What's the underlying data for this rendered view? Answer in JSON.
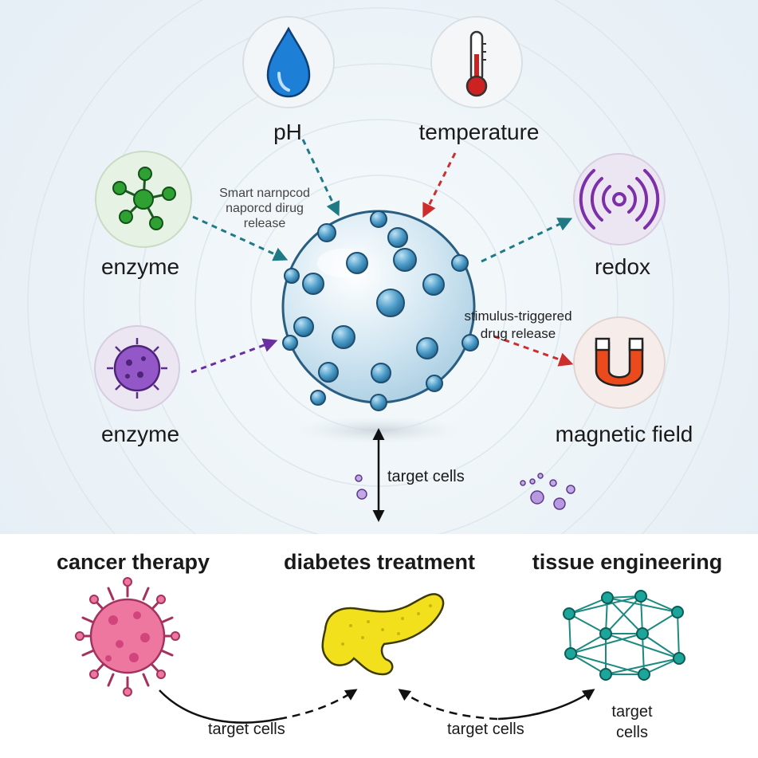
{
  "stimuli": {
    "ph": "pH",
    "temperature": "temperature",
    "enzyme_top": "enzyme",
    "enzyme_bottom": "enzyme",
    "redox": "redox",
    "magnetic": "magnetic field"
  },
  "annotations": {
    "smart_line1": "Smart narnpcod",
    "smart_line2": "naporcd dirug",
    "smart_line3": "release",
    "trigger_line1": "stimulus-triggered",
    "trigger_line2": "drug release",
    "target_center": "target cells"
  },
  "applications": {
    "cancer": "cancer therapy",
    "diabetes": "diabetes treatment",
    "tissue": "tissue engineering"
  },
  "bottom_labels": {
    "left": "target cells",
    "middle": "target cells",
    "right_line1": "target",
    "right_line2": "cells"
  },
  "colors": {
    "teal_arrow": "#1f7a86",
    "red_arrow": "#cc2e2e",
    "purple_arrow": "#6a2ea0",
    "nanoparticle": "#d7ebf5",
    "nanoparticle_bump": "#4c9cc9",
    "ph_drop": "#1e7fd6",
    "thermometer": "#cc2222",
    "enzyme_green": "#2fa032",
    "enzyme_purple": "#9457c8",
    "redox_purple": "#7b2fa8",
    "magnet_orange": "#ea4a1c",
    "cancer_pink": "#ee77a0",
    "pancreas_yellow": "#f2e01c",
    "network_teal": "#1ca69b"
  }
}
